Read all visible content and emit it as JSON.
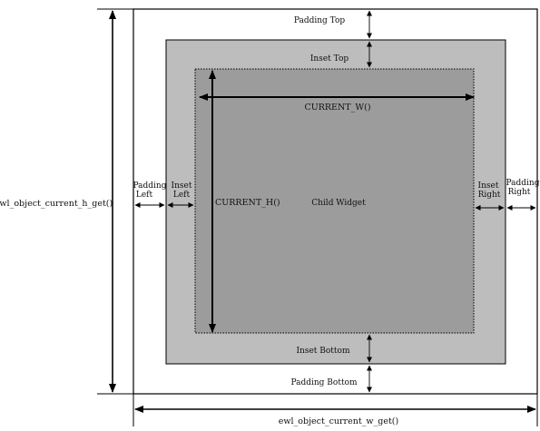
{
  "labels": {
    "padding_top": "Padding Top",
    "inset_top": "Inset Top",
    "current_w": "CURRENT_W()",
    "current_h": "CURRENT_H()",
    "child_widget": "Child Widget",
    "padding_left_1": "Padding",
    "padding_left_2": "Left",
    "inset_left_1": "Inset",
    "inset_left_2": "Left",
    "inset_right_1": "Inset",
    "inset_right_2": "Right",
    "padding_right_1": "Padding",
    "padding_right_2": "Right",
    "inset_bottom": "Inset Bottom",
    "padding_bottom": "Padding Bottom",
    "object_h": "ewl_object_current_h_get()",
    "object_w": "ewl_object_current_w_get()"
  },
  "colors": {
    "outer_fill": "#ffffff",
    "inset_fill": "#bdbdbd",
    "child_fill": "#9c9c9c",
    "stroke": "#000000"
  }
}
